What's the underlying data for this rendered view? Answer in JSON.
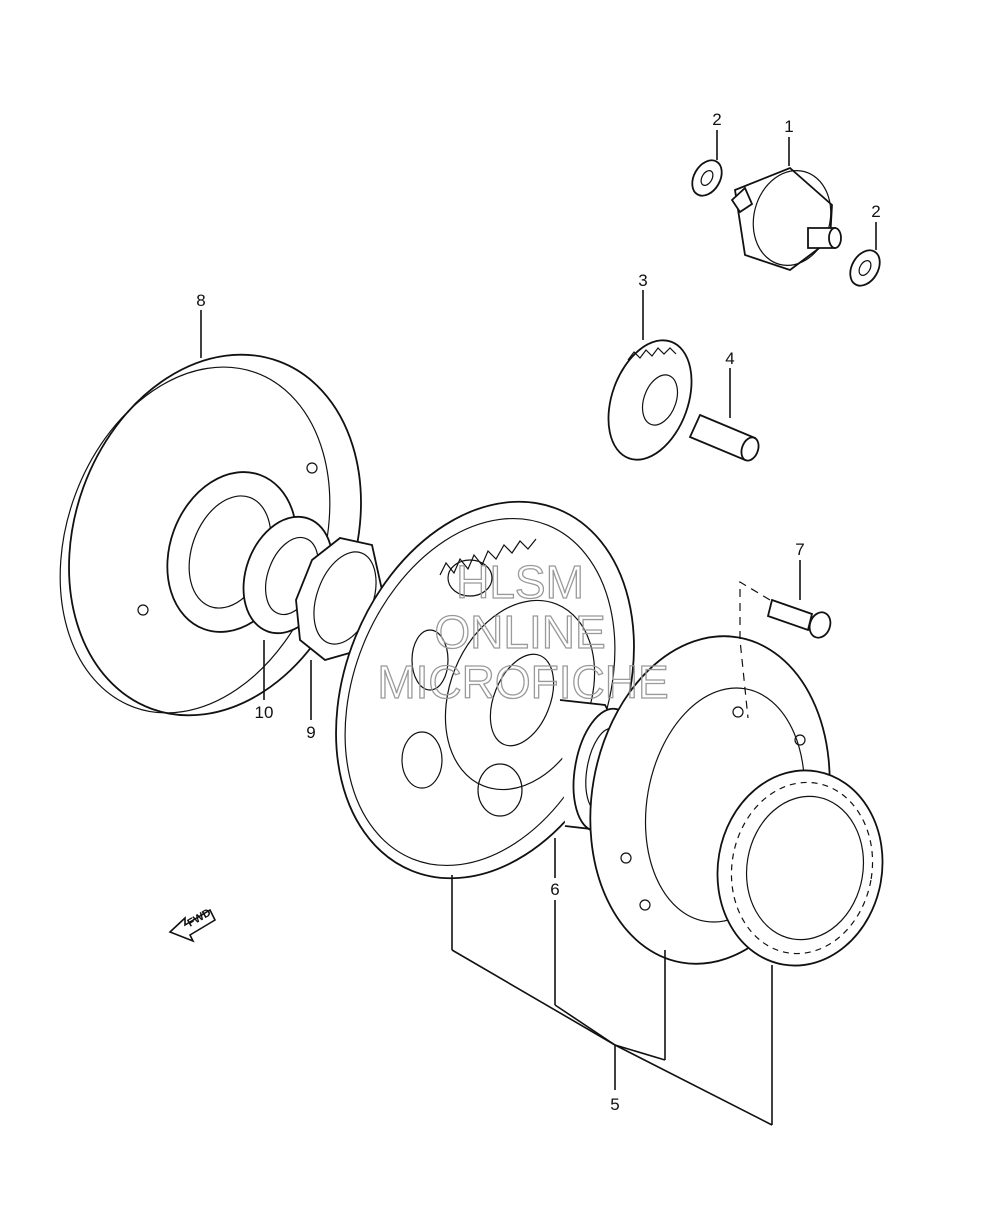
{
  "callouts": {
    "c1": "1",
    "c2a": "2",
    "c2b": "2",
    "c3": "3",
    "c4": "4",
    "c5": "5",
    "c6": "6",
    "c7": "7",
    "c8": "8",
    "c9": "9",
    "c10": "10"
  },
  "watermark": {
    "line1": "HLSM",
    "line2": "ONLINE",
    "line3": "MICROFICHE"
  },
  "fwd_label": "FWD"
}
